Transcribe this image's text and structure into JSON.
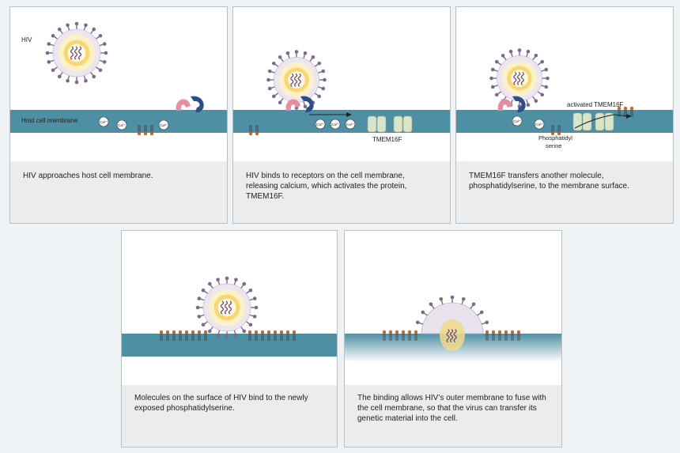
{
  "colors": {
    "page_bg": "#eef2f5",
    "membrane": "#4f8fa3",
    "virus_envelope": "#ece6f0",
    "virus_core": "#f7d774",
    "virus_core_light": "#fbf1c8",
    "spike": "#7a6a8c",
    "rna": "#5a3f86",
    "receptor_pink": "#e58ea0",
    "receptor_blue": "#2d4d86",
    "tmem16f": "#d9e4c8",
    "lipid_head": "#c9652f",
    "caption_bg": "#ececec"
  },
  "labels": {
    "hiv": "HIV",
    "host_cell_membrane": "Host cell membrane",
    "calcium": "Ca²⁺",
    "tmem16f": "TMEM16F",
    "activated_tmem16f": "activated TMEM16F",
    "phosphatidyl": "Phosphatidyl",
    "serine": "serine"
  },
  "panels": [
    {
      "caption": "HIV approaches host cell membrane."
    },
    {
      "caption": "HIV binds to receptors on the cell membrane, releasing calcium, which activates the protein, TMEM16F."
    },
    {
      "caption": "TMEM16F transfers another molecule, phosphatidylserine, to the membrane surface."
    },
    {
      "caption": "Molecules on the surface of HIV bind to the newly exposed phosphatidylserine."
    },
    {
      "caption": "The binding allows HIV’s outer membrane to fuse with the cell membrane, so that the virus can transfer its genetic material into the cell."
    }
  ]
}
